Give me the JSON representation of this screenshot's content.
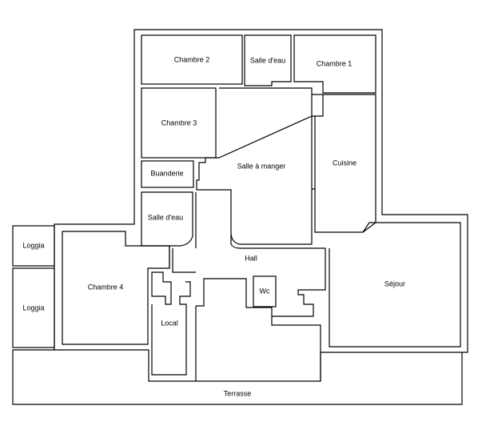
{
  "floor_plan": {
    "rooms": {
      "chambre_2": "Chambre 2",
      "salle_deau_top": "Salle d'eau",
      "chambre_1": "Chambre 1",
      "chambre_3": "Chambre 3",
      "salle_a_manger": "Salle à manger",
      "cuisine": "Cuisine",
      "buanderie": "Buanderie",
      "salle_deau_mid": "Salle d'eau",
      "loggia_top": "Loggia",
      "loggia_bottom": "Loggia",
      "chambre_4": "Chambre 4",
      "hall": "Hall",
      "wc": "Wc",
      "sejour": "Séjour",
      "local": "Local",
      "terrasse": "Terrasse"
    },
    "colors": {
      "wall": "#000000",
      "background": "#ffffff",
      "text": "#000000"
    }
  }
}
